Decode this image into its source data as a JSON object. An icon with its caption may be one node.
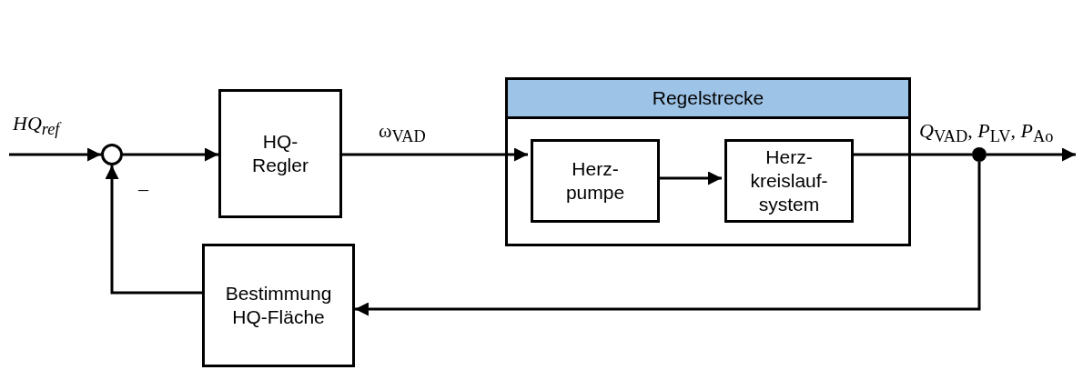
{
  "diagram": {
    "nodes": [
      {
        "text": [],
        "shape": "circle"
      },
      {
        "text": [
          "HQ- Regler"
        ]
      },
      {
        "text": [
          "Regelstrecke"
        ]
      },
      {
        "text": [
          "Herz- pumpe"
        ],
        "in": 2
      },
      {
        "text": [
          "Herz- kreislauf- system"
        ],
        "in": 2
      },
      {
        "text": [],
        "shape": "circle"
      },
      {
        "text": [
          "Bestimmung HQ-Fläche"
        ]
      }
    ],
    "edges": [
      {
        "from": null,
        "to": 0,
        "arrow": "to",
        "label": "HQ$_{ref}$"
      },
      {
        "from": 0,
        "to": 1,
        "arrow": "to"
      },
      {
        "from": 1,
        "to": 3,
        "arrow": "to",
        "label": "ω$_{VAD}$"
      },
      {
        "from": 3,
        "to": 4,
        "arrow": "to"
      },
      {
        "from": 4,
        "to": 5,
        "arrow": "none"
      },
      {
        "from": 5,
        "to": null,
        "arrow": "to",
        "label": "*Q*$_{VAD}$, *P*$_{LV}$, *P*$_{Ao}$"
      },
      {
        "from": 5,
        "to": 6,
        "arrow": "to"
      },
      {
        "from": 6,
        "to": 0,
        "arrow": "to",
        "label": "–"
      }
    ]
  }
}
